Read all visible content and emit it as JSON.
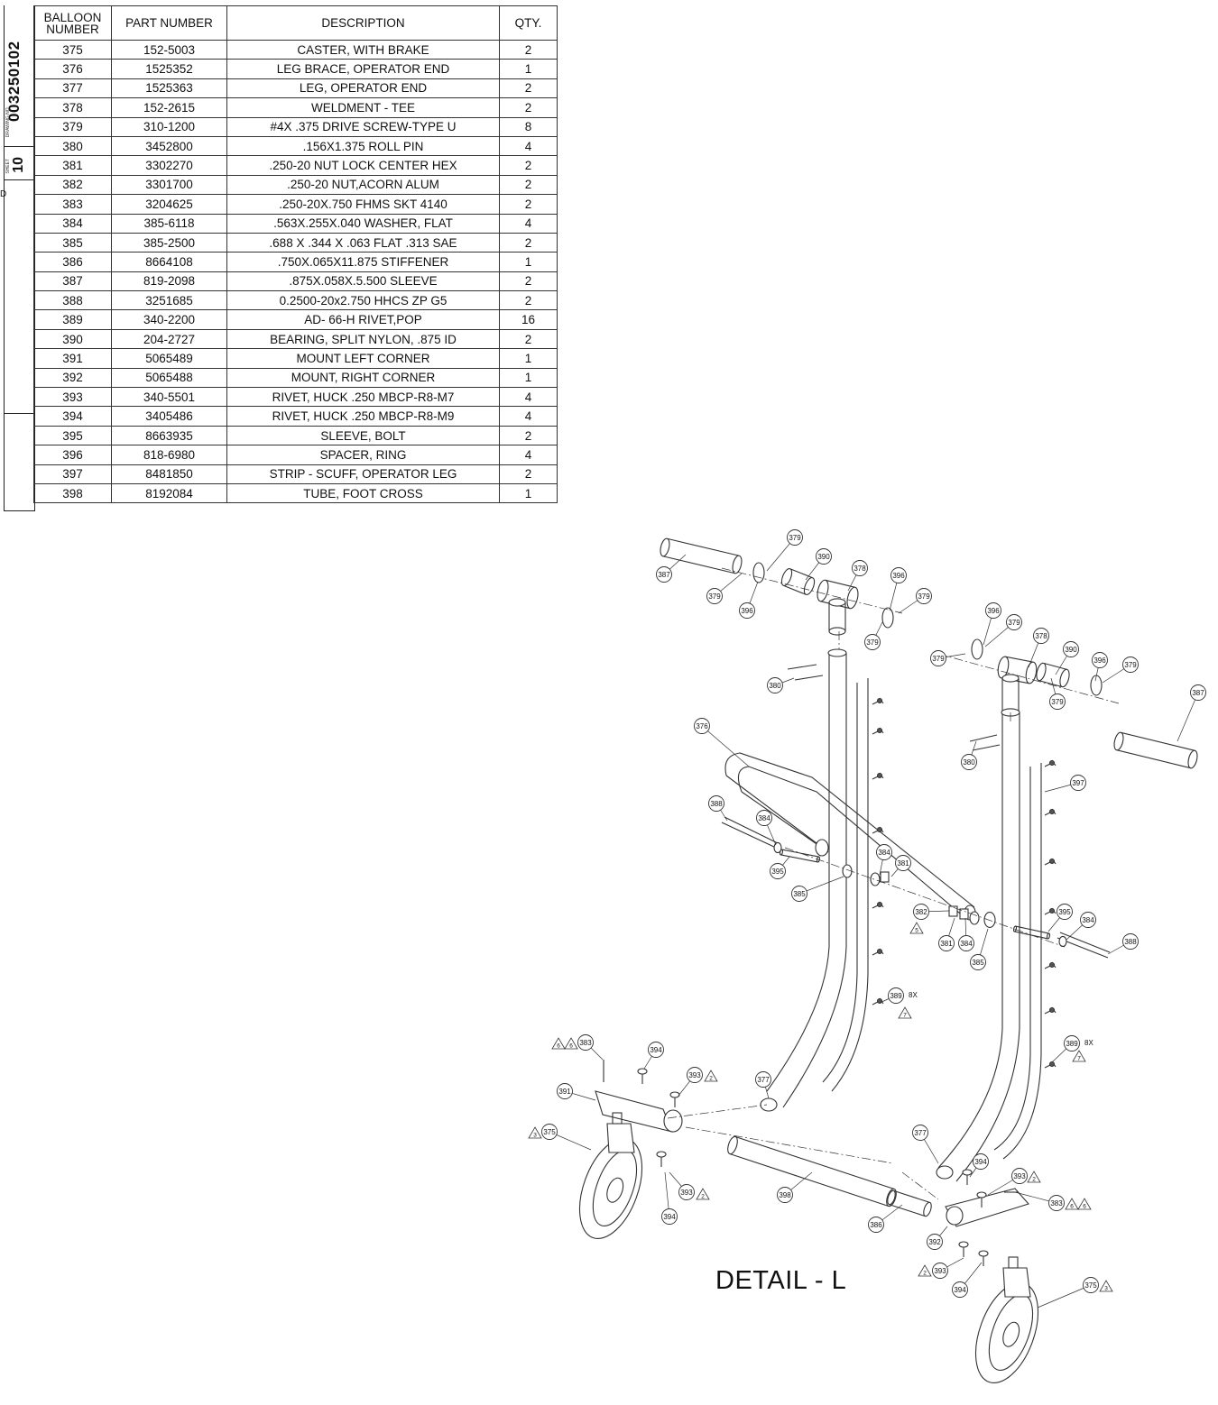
{
  "title_block": {
    "drawing_number": "003250102",
    "drawing_label": "DRAWING NO.",
    "sheet_label": "SHEET",
    "sheet_number": "10",
    "edge_fragment": "D"
  },
  "bom": {
    "headers": [
      "BALLOON NUMBER",
      "PART NUMBER",
      "DESCRIPTION",
      "QTY."
    ],
    "rows": [
      [
        "375",
        "152-5003",
        "CASTER, WITH BRAKE",
        "2"
      ],
      [
        "376",
        "1525352",
        "LEG BRACE, OPERATOR END",
        "1"
      ],
      [
        "377",
        "1525363",
        "LEG, OPERATOR END",
        "2"
      ],
      [
        "378",
        "152-2615",
        "WELDMENT - TEE",
        "2"
      ],
      [
        "379",
        "310-1200",
        "#4X .375 DRIVE SCREW-TYPE U",
        "8"
      ],
      [
        "380",
        "3452800",
        ".156X1.375 ROLL PIN",
        "4"
      ],
      [
        "381",
        "3302270",
        ".250-20 NUT LOCK CENTER HEX",
        "2"
      ],
      [
        "382",
        "3301700",
        ".250-20 NUT,ACORN ALUM",
        "2"
      ],
      [
        "383",
        "3204625",
        ".250-20X.750 FHMS SKT 4140",
        "2"
      ],
      [
        "384",
        "385-6118",
        ".563X.255X.040 WASHER, FLAT",
        "4"
      ],
      [
        "385",
        "385-2500",
        ".688 X .344 X .063 FLAT .313 SAE",
        "2"
      ],
      [
        "386",
        "8664108",
        ".750X.065X11.875 STIFFENER",
        "1"
      ],
      [
        "387",
        "819-2098",
        ".875X.058X.5.500 SLEEVE",
        "2"
      ],
      [
        "388",
        "3251685",
        "0.2500-20x2.750 HHCS ZP G5",
        "2"
      ],
      [
        "389",
        "340-2200",
        "AD- 66-H RIVET,POP",
        "16"
      ],
      [
        "390",
        "204-2727",
        "BEARING, SPLIT NYLON, .875 ID",
        "2"
      ],
      [
        "391",
        "5065489",
        "MOUNT LEFT CORNER",
        "1"
      ],
      [
        "392",
        "5065488",
        "MOUNT, RIGHT CORNER",
        "1"
      ],
      [
        "393",
        "340-5501",
        "RIVET, HUCK .250 MBCP-R8-M7",
        "4"
      ],
      [
        "394",
        "3405486",
        "RIVET, HUCK .250 MBCP-R8-M9",
        "4"
      ],
      [
        "395",
        "8663935",
        "SLEEVE, BOLT",
        "2"
      ],
      [
        "396",
        "818-6980",
        "SPACER, RING",
        "4"
      ],
      [
        "397",
        "8481850",
        "STRIP - SCUFF, OPERATOR LEG",
        "2"
      ],
      [
        "398",
        "8192084",
        "TUBE, FOOT CROSS",
        "1"
      ]
    ]
  },
  "detail_label": "DETAIL - L",
  "balloons": [
    "375",
    "376",
    "377",
    "378",
    "379",
    "380",
    "381",
    "382",
    "383",
    "384",
    "385",
    "386",
    "387",
    "388",
    "389",
    "390",
    "391",
    "392",
    "393",
    "394",
    "395",
    "396",
    "397",
    "398"
  ],
  "qty_notes": {
    "rivet_count": "8X"
  },
  "flag_notes": [
    "2",
    "3",
    "5",
    "6",
    "7"
  ]
}
